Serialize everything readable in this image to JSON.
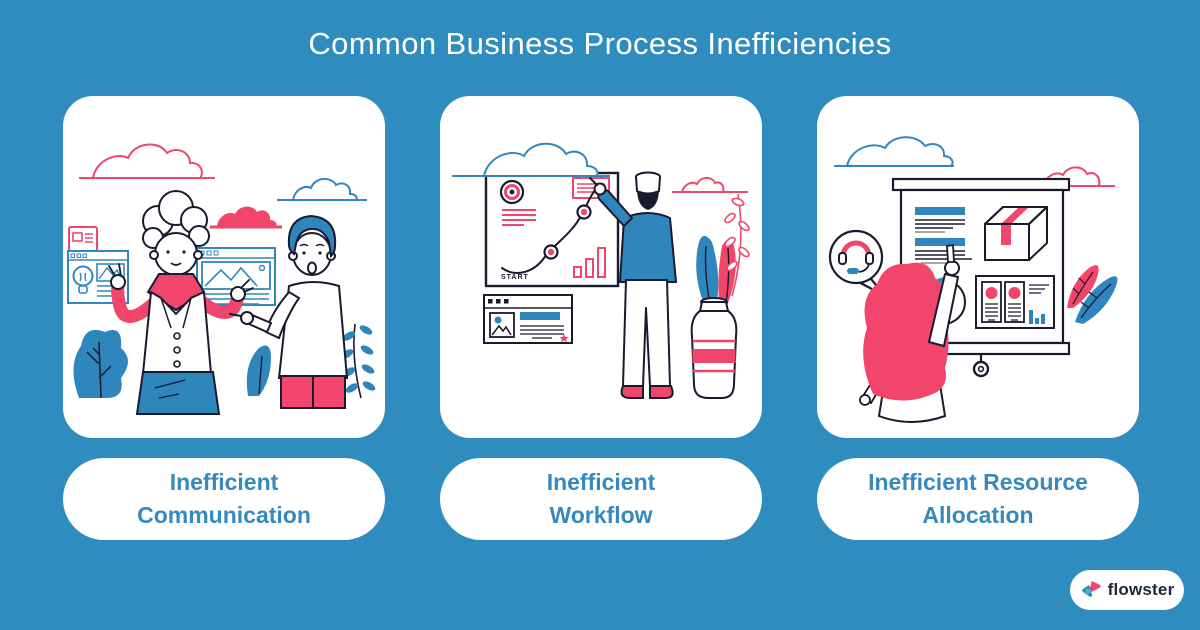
{
  "page": {
    "title": "Common Business Process Inefficiencies"
  },
  "cards": [
    {
      "id": "inefficient-communication",
      "label": "Inefficient Communication",
      "label_lines": [
        "Inefficient",
        "Communication"
      ],
      "illustration": "two-people-discussing-browser-windows-scene"
    },
    {
      "id": "inefficient-workflow",
      "label": "Inefficient Workflow",
      "label_lines": [
        "Inefficient",
        "Workflow"
      ],
      "board_text": "START",
      "illustration": "man-pointing-flowchart-whiteboard-scene"
    },
    {
      "id": "inefficient-resource-allocation",
      "label": "Inefficient Resource Allocation",
      "label_lines": [
        "Inefficient Resource",
        "Allocation"
      ],
      "illustration": "woman-pointing-projector-screen-package-scene"
    }
  ],
  "footer": {
    "logo_text": "flowster"
  },
  "colors": {
    "background": "#2E8CBE",
    "card_background": "#FFFFFF",
    "accent_pink": "#F1456B",
    "accent_blue": "#2E86BD",
    "label_text": "#3689BE",
    "title_text": "#FFFFFF",
    "outline": "#1A1A2E",
    "logo_text_color": "#1D2935"
  }
}
